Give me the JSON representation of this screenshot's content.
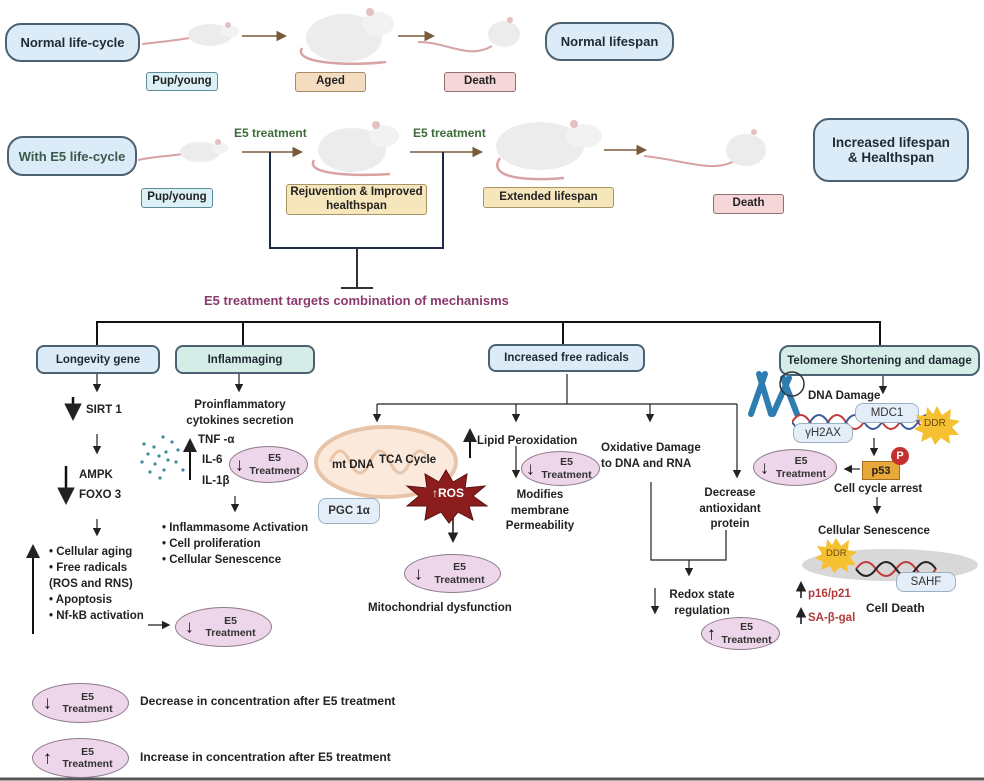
{
  "row_normal": {
    "label": "Normal life-cycle",
    "stages": [
      "Pup/young",
      "Aged",
      "Death"
    ],
    "outcome": "Normal lifespan"
  },
  "row_e5": {
    "label": "With E5 life-cycle",
    "treatment_label_1": "E5 treatment",
    "treatment_label_2": "E5 treatment",
    "stages": [
      "Pup/young",
      "Rejuvention & Improved healthspan",
      "Extended lifespan",
      "Death"
    ],
    "outcome": "Increased lifespan & Healthspan"
  },
  "mechanisms_title": "E5 treatment targets combination of mechanisms",
  "e5_label": {
    "line1": "E5",
    "line2": "Treatment"
  },
  "longevity": {
    "header": "Longevity gene",
    "sirt": "SIRT 1",
    "ampk": "AMPK",
    "foxo": "FOXO 3",
    "effects": [
      "• Cellular aging",
      "• Free radicals",
      "(ROS and RNS)",
      "• Apoptosis",
      "• Nf-kB activation"
    ]
  },
  "inflammaging": {
    "header": "Inflammaging",
    "secretion": "Proinflammatory cytokines secretion",
    "cytokines": [
      "TNF -α",
      "IL-6",
      "IL-1β"
    ],
    "effects": [
      "• Inflammasome Activation",
      "• Cell proliferation",
      "• Cellular Senescence"
    ]
  },
  "free_radicals": {
    "header": "Increased free radicals",
    "mt_dna": "mt DNA",
    "tca": "TCA Cycle",
    "pgc": "PGC 1α",
    "ros": "ROS",
    "mito_dysfunction": "Mitochondrial dysfunction",
    "lipid": "Lipid Peroxidation",
    "membrane": "Modifies membrane Permeability",
    "oxidative": "Oxidative Damage to DNA and RNA",
    "antioxidant": "Decrease antioxidant protein",
    "redox": "Redox state regulation"
  },
  "telomere": {
    "header": "Telomere Shortening and damage",
    "dna_damage": "DNA Damage",
    "mdc1": "MDC1",
    "h2ax": "γH2AX",
    "ddr": "DDR",
    "p53": "p53",
    "p": "P",
    "arrest": "Cell cycle arrest",
    "senescence": "Cellular Senescence",
    "sahf": "SAHF",
    "ddr2": "DDR",
    "p16": "p16/p21",
    "sagal": "SA-β-gal",
    "death": "Cell Death"
  },
  "legend": [
    {
      "direction": "down",
      "text": "Decrease in concentration after E5 treatment"
    },
    {
      "direction": "up",
      "text": "Increase in concentration after E5 treatment"
    }
  ],
  "colors": {
    "title_purple": "#8b3a6e",
    "treatment_green": "#3e6b3a",
    "ros_red": "#8c1d1d",
    "marker_red": "#b23a3a",
    "e5_pink": "#edd5ea"
  }
}
